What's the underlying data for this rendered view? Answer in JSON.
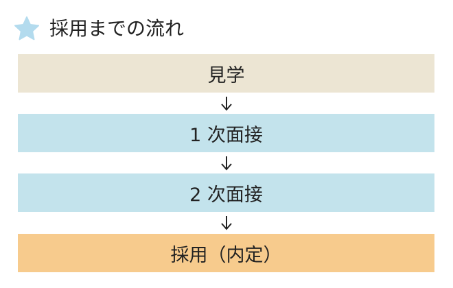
{
  "heading": {
    "icon": "star-icon",
    "icon_color": "#b3dbee",
    "title": "採用までの流れ"
  },
  "steps": [
    {
      "label": "見学",
      "color": "#ece5d3"
    },
    {
      "label": "1 次面接",
      "color": "#c3e3ec"
    },
    {
      "label": "2 次面接",
      "color": "#c3e3ec"
    },
    {
      "label": "採用（内定）",
      "color": "#f7cb8d"
    }
  ],
  "connector": {
    "icon": "arrow-down-icon"
  }
}
